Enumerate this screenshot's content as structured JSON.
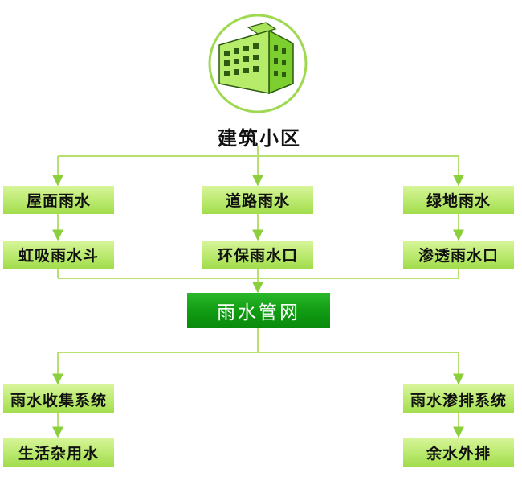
{
  "root": {
    "label": "建筑小区",
    "icon": "apartment-building-icon"
  },
  "sources": [
    {
      "label": "屋面雨水",
      "device": "虹吸雨水斗"
    },
    {
      "label": "道路雨水",
      "device": "环保雨水口"
    },
    {
      "label": "绿地雨水",
      "device": "渗透雨水口"
    }
  ],
  "network": {
    "label": "雨水管网"
  },
  "systems": [
    {
      "label": "雨水收集系统",
      "outcome": "生活杂用水"
    },
    {
      "label": "雨水渗排系统",
      "outcome": "余水外排"
    }
  ],
  "colors": {
    "box_fill": "#b7e86a",
    "network_fill": "#109a12",
    "line": "#b8e06e",
    "arrow": "#8ccf3c"
  }
}
